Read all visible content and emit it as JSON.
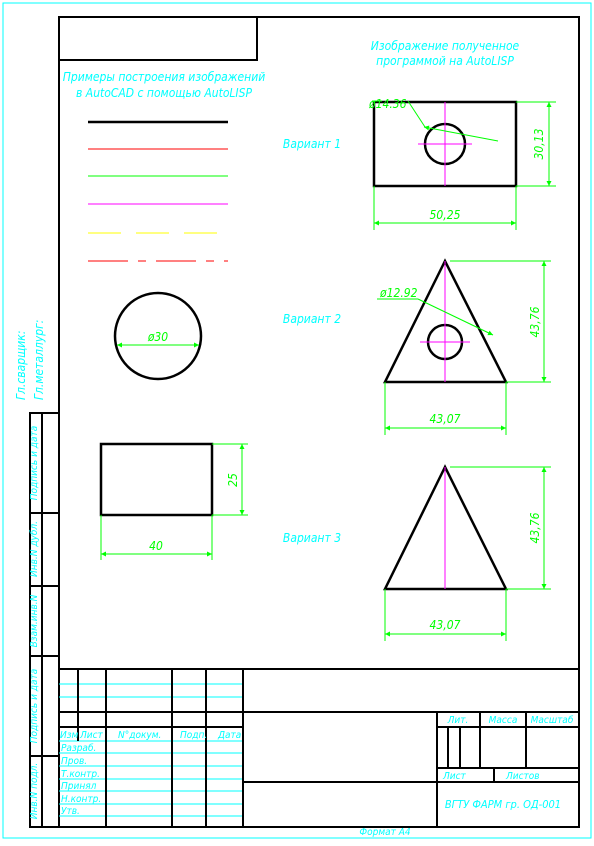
{
  "header": {
    "left_title_line1": "Примеры построения изображений",
    "left_title_line2": "в AutoCAD с помощью AutoLISP",
    "right_title_line1": "Изображение полученное",
    "right_title_line2": "программой на AutoLISP"
  },
  "variants": {
    "v1": "Вариант 1",
    "v2": "Вариант 2",
    "v3": "Вариант 3"
  },
  "dims": {
    "v1_diameter": "ø14.36",
    "v1_height": "30,13",
    "v1_width": "50,25",
    "v2_diameter": "ø12.92",
    "v2_height": "43,76",
    "v2_width": "43,07",
    "v3_height": "43,76",
    "v3_width": "43,07",
    "circle_diameter": "ø30",
    "rect_height": "25",
    "rect_width": "40"
  },
  "side": {
    "chief_welder": "Гл.сварщик:",
    "chief_metallurgist": "Гл.металлург:",
    "podpis_data_1": "Подпись и дата",
    "inv_dubl": "Инв.N дубл.",
    "vzam_inv": "Взам.инв.N",
    "podpis_data_2": "Подпись и дата",
    "inv_podl": "Инв.N подл."
  },
  "stamp": {
    "col_izm": "Изм",
    "col_list": "Лист",
    "col_ndokum": "N°докум.",
    "col_podp": "Подп.",
    "col_data": "Дата",
    "row_razrab": "Разраб.",
    "row_prov": "Пров.",
    "row_tkontr": "Т.контр.",
    "row_prinyal": "Принял",
    "row_nkontr": "Н.контр.",
    "row_utv": "Утв.",
    "lit": "Лит.",
    "massa": "Масса",
    "masshtab": "Масштаб",
    "list": "Лист",
    "listov": "Листов",
    "org": "ВГТУ ФАРМ гр. ОД-001"
  },
  "footer": {
    "format": "Формат А4"
  },
  "colors": {
    "frame": "#000000",
    "text": "#00ffff",
    "dimension": "#00ff00",
    "centerline": "#ff00ff",
    "red": "#ff0000",
    "yellow": "#ffff00"
  }
}
